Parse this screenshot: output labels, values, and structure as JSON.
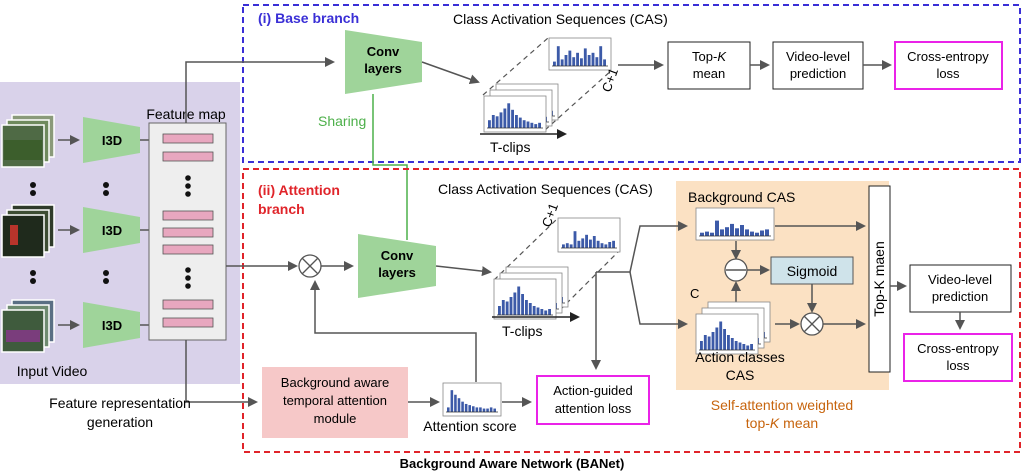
{
  "base_branch": {
    "title": "(i) Base branch",
    "cas_label": "Class Activation Sequences (CAS)",
    "conv": [
      "Conv",
      "layers"
    ],
    "c_plus_1": "C+1",
    "tclips": "T-clips",
    "topk": [
      "Top-",
      "K",
      " mean"
    ],
    "video_pred": [
      "Video-level",
      "prediction"
    ],
    "ce_loss": [
      "Cross-entropy",
      "loss"
    ]
  },
  "sharing": "Sharing",
  "left_panel": {
    "i3d": "I3D",
    "feature_map": "Feature map",
    "input_video": "Input Video",
    "dots": "•\n•\n•"
  },
  "feature_generation": [
    "Feature representation",
    "generation"
  ],
  "attention_branch": {
    "title": [
      "(ii) Attention",
      "branch"
    ],
    "cas_label": "Class Activation Sequences (CAS)",
    "conv": [
      "Conv",
      "layers"
    ],
    "c_plus_1": "C+1",
    "tclips": "T-clips",
    "bg_module": [
      "Background aware",
      "temporal attention",
      "module"
    ],
    "attention_score": "Attention score",
    "action_loss": [
      "Action-guided",
      "attention loss"
    ],
    "background_cas": "Background CAS",
    "sigmoid": "Sigmoid",
    "c_small": "C",
    "action_cas": [
      "Action classes",
      "CAS"
    ],
    "topk_maen": "Top-K maen",
    "video_pred": [
      "Video-level",
      "prediction"
    ],
    "ce_loss": [
      "Cross-entropy",
      "loss"
    ],
    "self_attn": [
      "Self-attention weighted",
      "top-K mean"
    ]
  },
  "footer": "Background Aware Network (BANet)",
  "colors": {
    "purple_bg": "#d9d2ea",
    "blue_dash": "#3a2fd6",
    "red_dash": "#e0242a",
    "green": "#9fd49a",
    "green_line": "#4db04a",
    "magenta": "#ea23e8",
    "peach": "#fbe1c3",
    "pink_box": "#f6c8c8",
    "pink_bar": "#e8a7bf",
    "bar_blue": "#3c5aa8",
    "sigmoid_fill": "#cfe3ea",
    "orange_text": "#c7640d"
  }
}
